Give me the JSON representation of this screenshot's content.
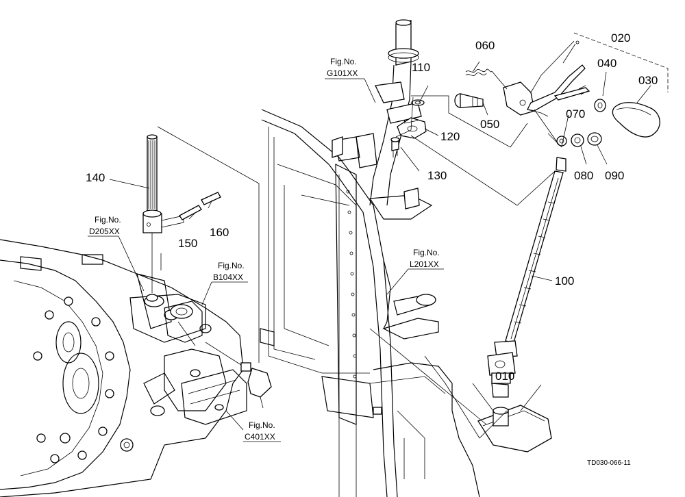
{
  "part_labels": {
    "p010": "010",
    "p020": "020",
    "p030": "030",
    "p040": "040",
    "p050": "050",
    "p060": "060",
    "p070": "070",
    "p080": "080",
    "p090": "090",
    "p100": "100",
    "p110": "110",
    "p120": "120",
    "p130": "130",
    "p140": "140",
    "p150": "150",
    "p160": "160"
  },
  "figure_refs": {
    "g101": {
      "title": "Fig.No.",
      "code": "G101XX"
    },
    "d205": {
      "title": "Fig.No.",
      "code": "D205XX"
    },
    "b104": {
      "title": "Fig.No.",
      "code": "B104XX"
    },
    "l201": {
      "title": "Fig.No.",
      "code": "L201XX"
    },
    "c401": {
      "title": "Fig.No.",
      "code": "C401XX"
    }
  },
  "drawing_code": "TD030-066-11"
}
